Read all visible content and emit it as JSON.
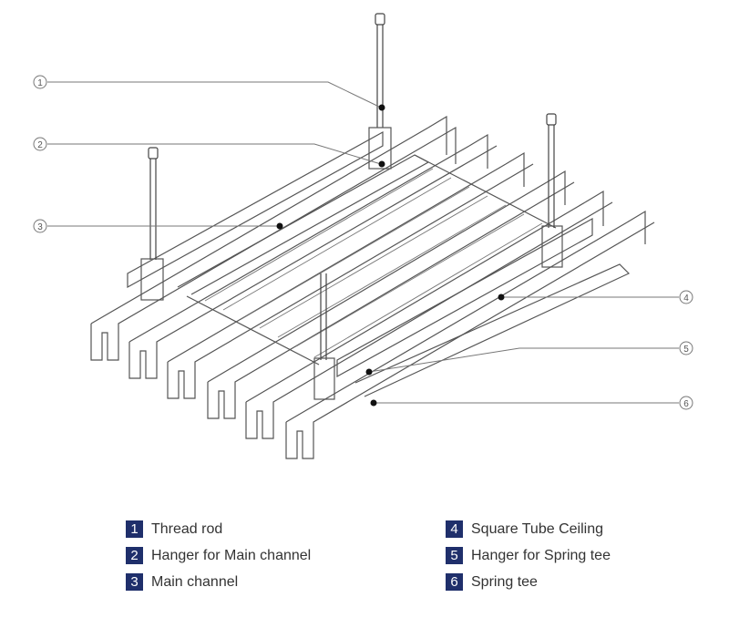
{
  "diagram": {
    "callouts": [
      {
        "id": "1",
        "label": "①"
      },
      {
        "id": "2",
        "label": "②"
      },
      {
        "id": "3",
        "label": "③"
      },
      {
        "id": "4",
        "label": "④"
      },
      {
        "id": "5",
        "label": "⑤"
      },
      {
        "id": "6",
        "label": "⑥"
      }
    ]
  },
  "legend": {
    "left": [
      {
        "num": "1",
        "text": "Thread rod"
      },
      {
        "num": "2",
        "text": "Hanger for Main channel"
      },
      {
        "num": "3",
        "text": "Main channel"
      }
    ],
    "right": [
      {
        "num": "4",
        "text": "Square Tube Ceiling"
      },
      {
        "num": "5",
        "text": "Hanger for Spring tee"
      },
      {
        "num": "6",
        "text": "Spring tee"
      }
    ]
  },
  "colors": {
    "legend_box": "#1f2f6b",
    "line": "#444444"
  }
}
